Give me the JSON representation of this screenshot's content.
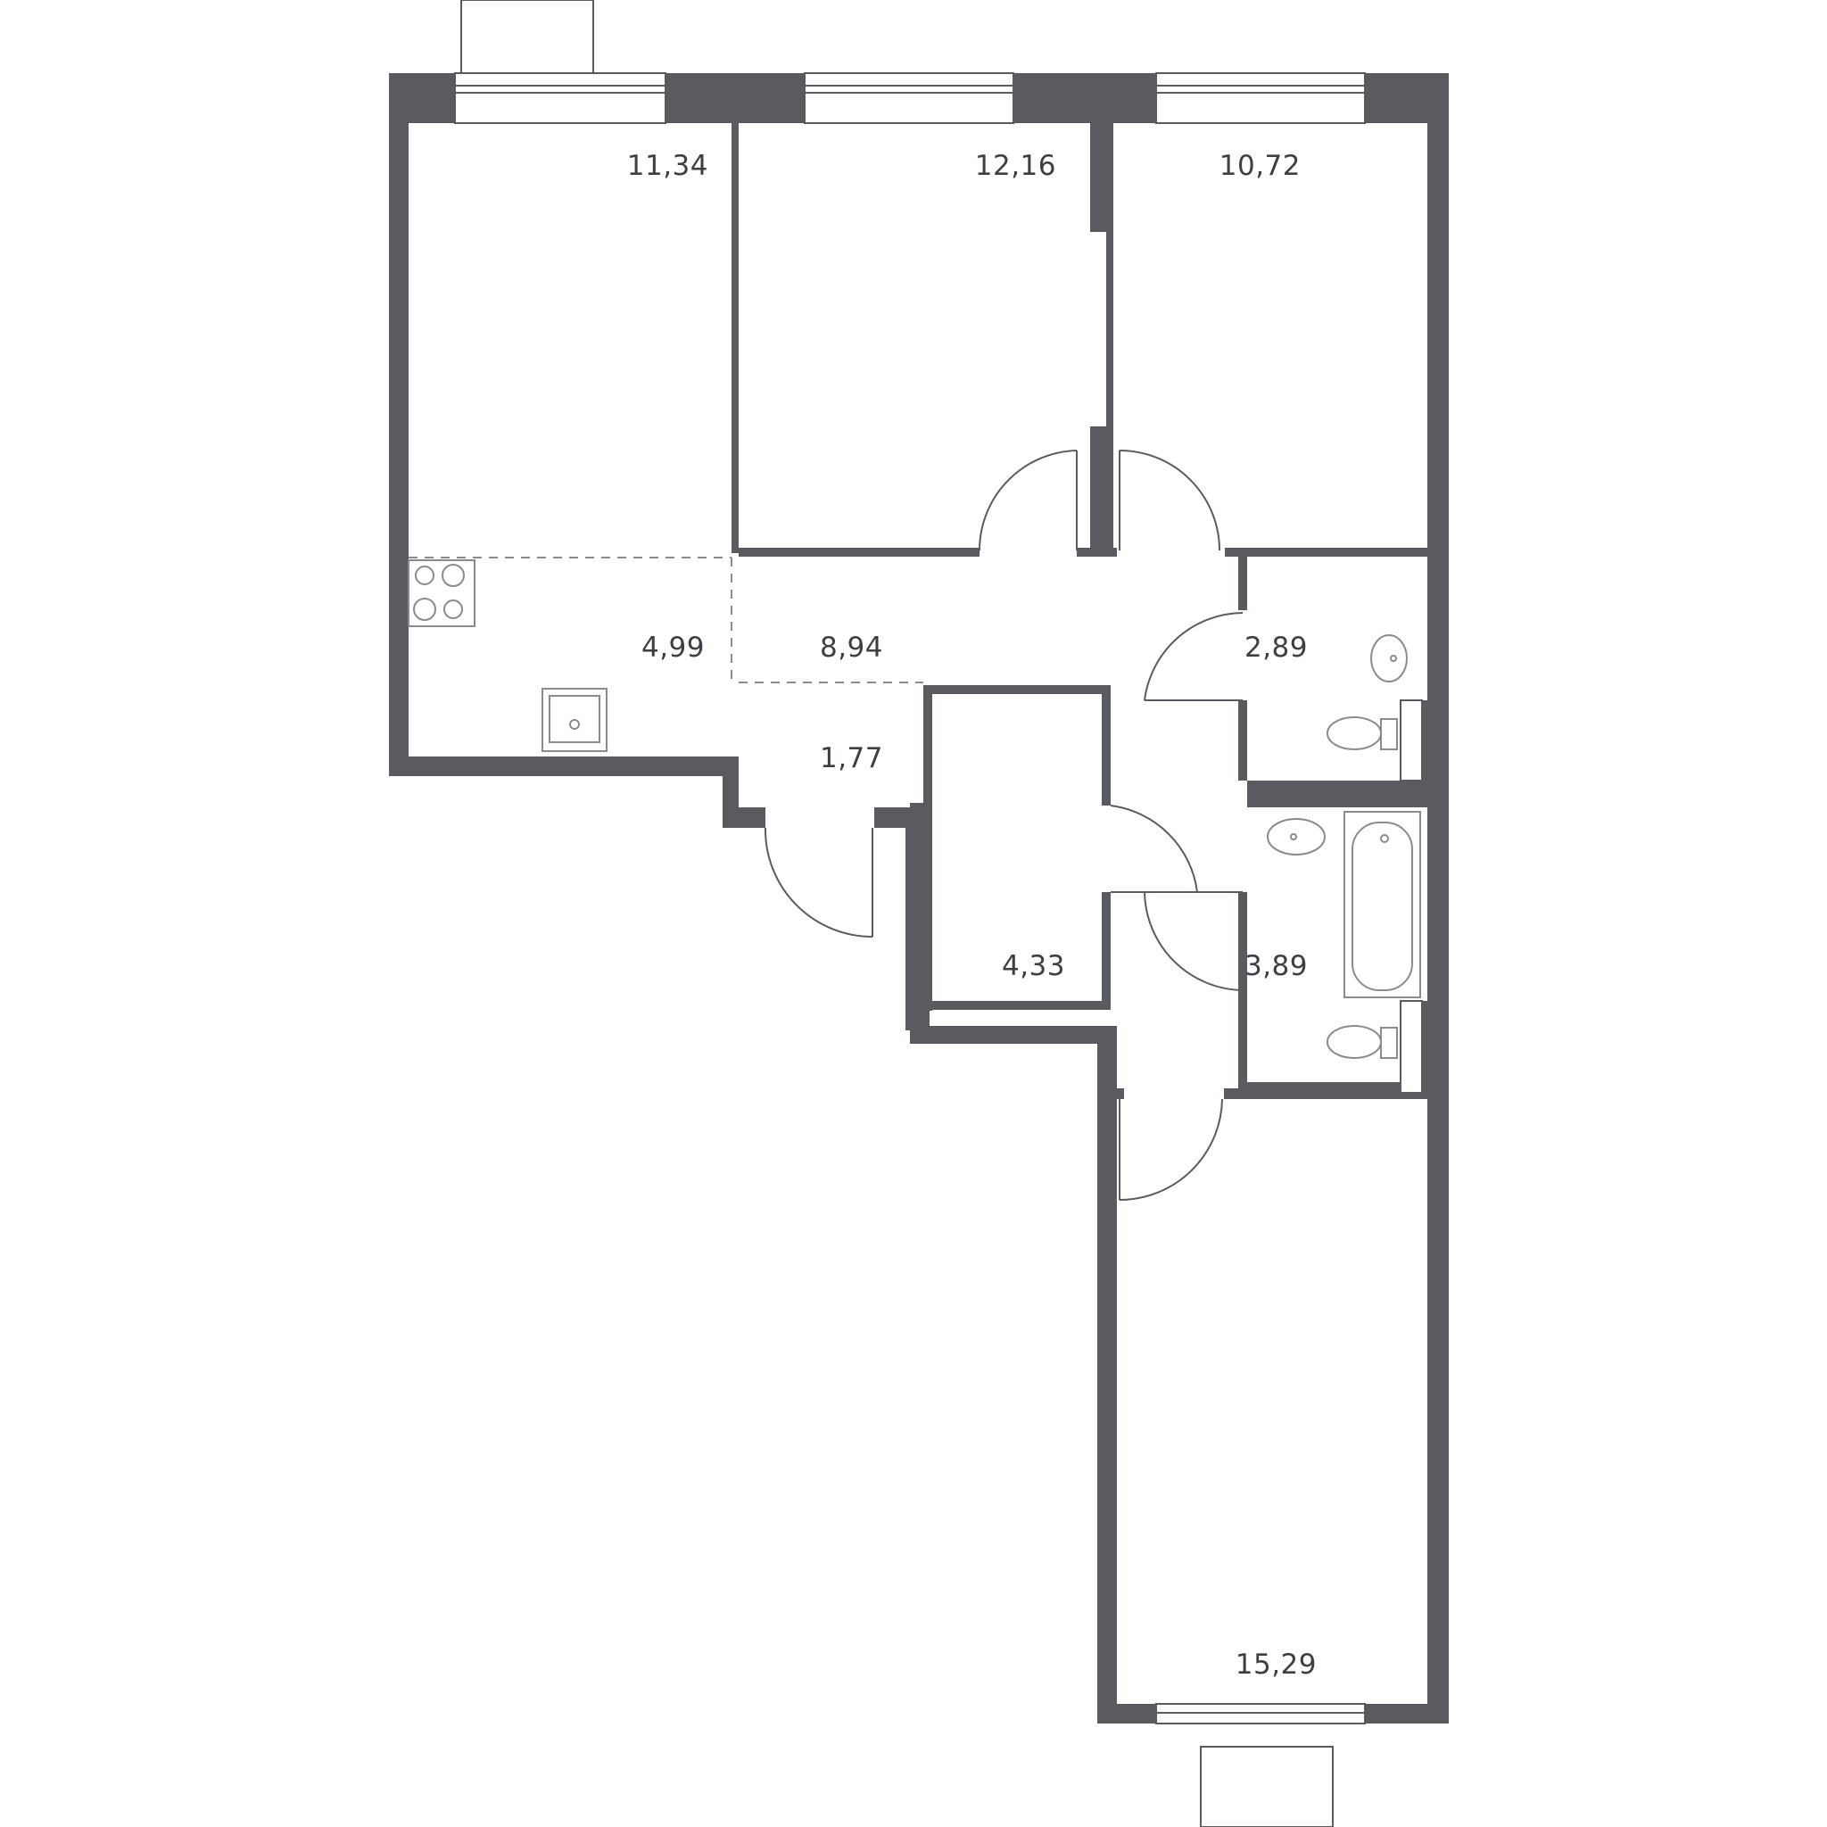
{
  "rooms": [
    {
      "id": "bedroom-nw",
      "area": "11,34"
    },
    {
      "id": "bedroom-n",
      "area": "12,16"
    },
    {
      "id": "bedroom-ne",
      "area": "10,72"
    },
    {
      "id": "kitchen",
      "area": "4,99"
    },
    {
      "id": "hall",
      "area": "8,94"
    },
    {
      "id": "wc",
      "area": "2,89"
    },
    {
      "id": "vestibule",
      "area": "1,77"
    },
    {
      "id": "storage",
      "area": "4,33"
    },
    {
      "id": "bathroom",
      "area": "3,89"
    },
    {
      "id": "living-room",
      "area": "15,29"
    }
  ],
  "colors": {
    "wall": "#5a5b61",
    "background": "#ffffff"
  }
}
